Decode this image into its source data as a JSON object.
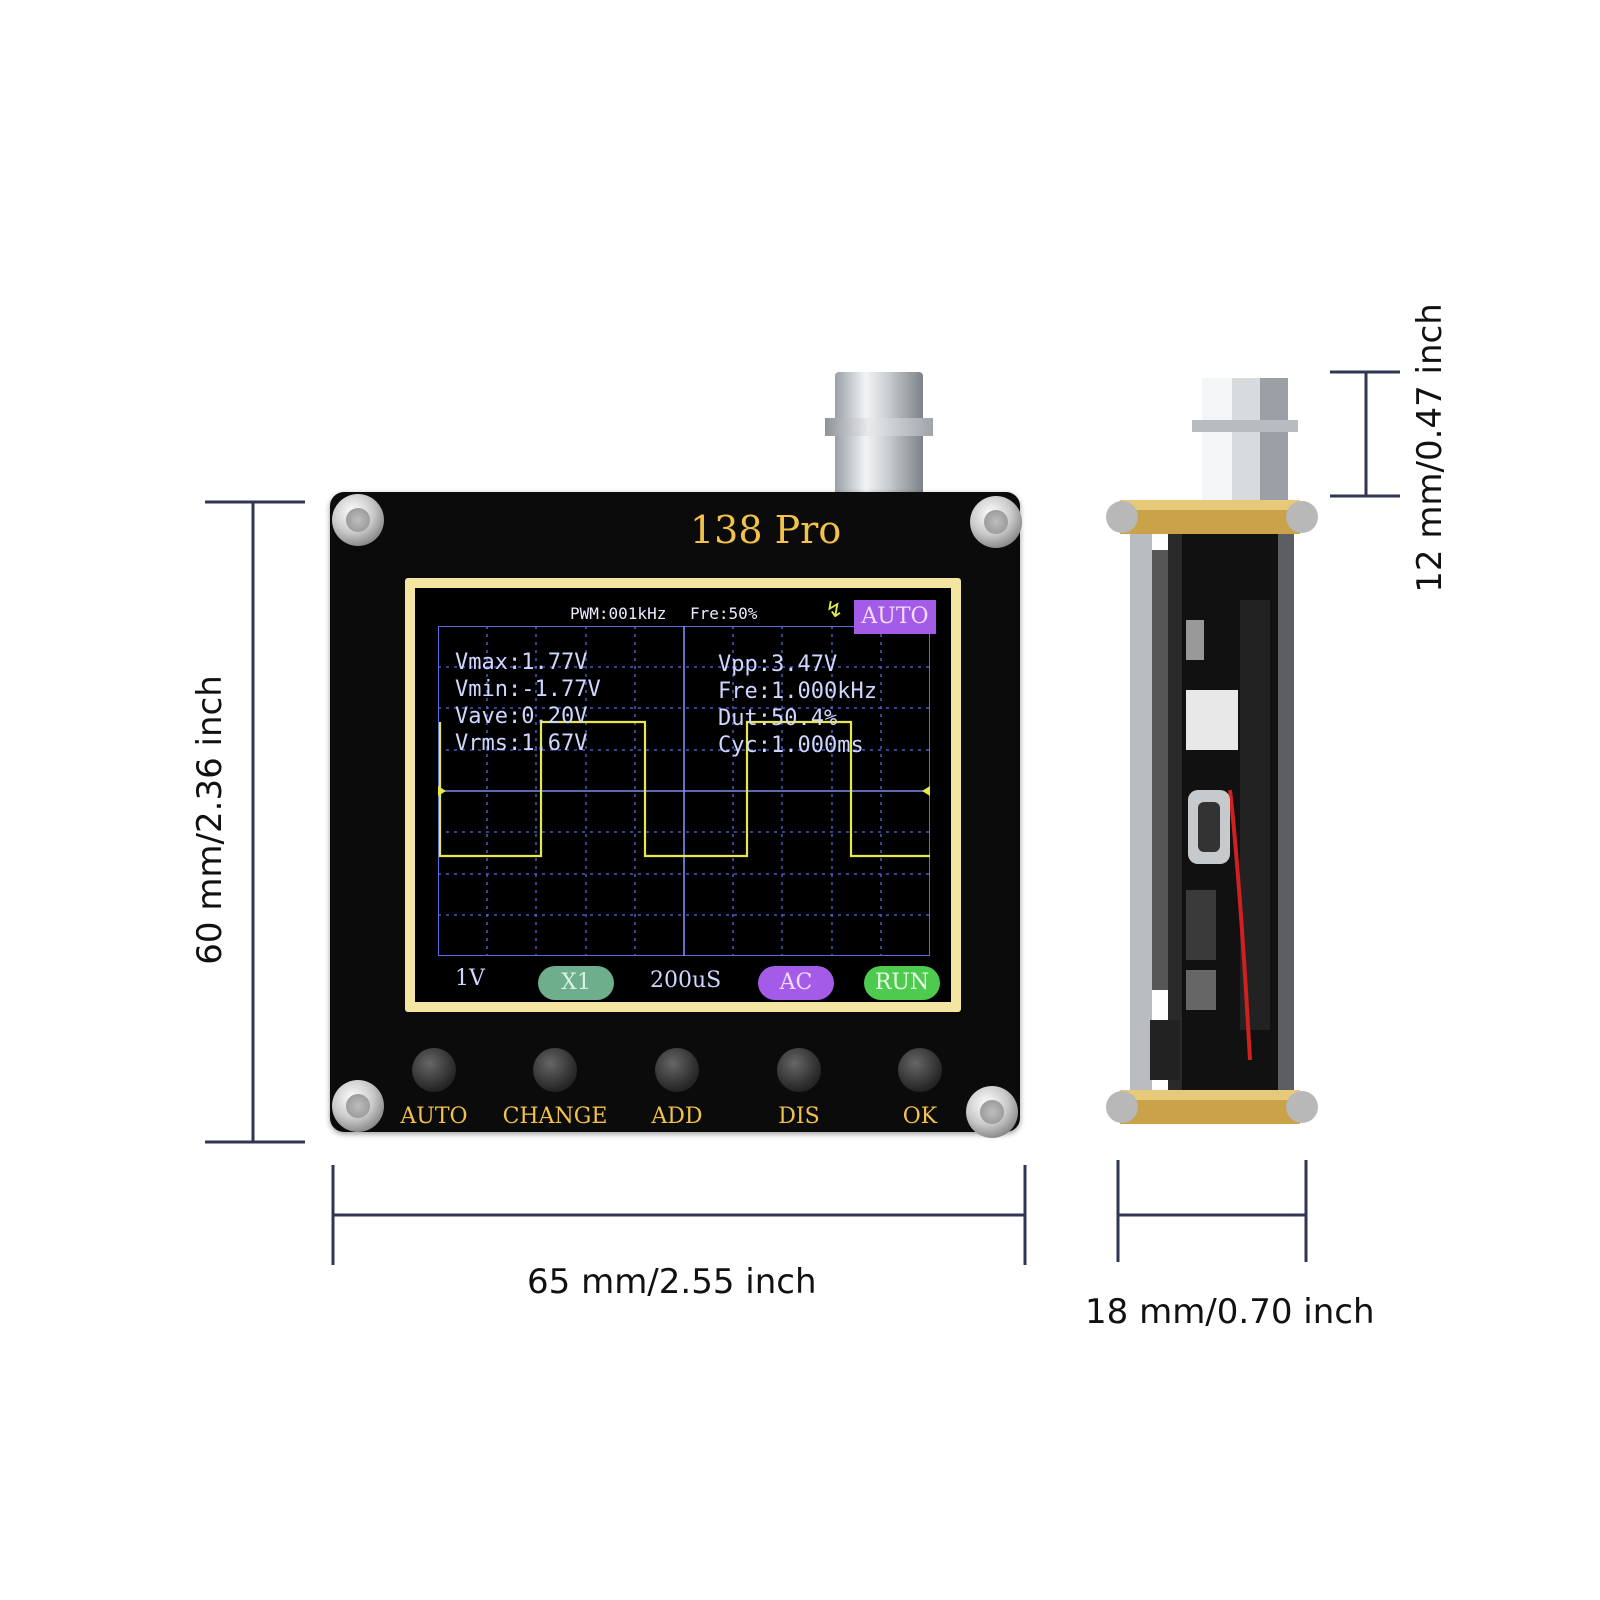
{
  "dimensions": {
    "height_left": "60 mm/2.36 inch",
    "width_bottom": "65 mm/2.55 inch",
    "depth_bottom": "18 mm/0.70 inch",
    "connector_height": "12 mm/0.47 inch"
  },
  "device": {
    "title": "138 Pro",
    "header": {
      "pwm": "PWM:001kHz",
      "fre": "Fre:50%",
      "mode": "AUTO"
    },
    "measurements_left": [
      "Vmax:1.77V",
      "Vmin:-1.77V",
      "Vave:0.20V",
      "Vrms:1.67V"
    ],
    "measurements_right": [
      "Vpp:3.47V",
      "Fre:1.000kHz",
      "Dut:50.4%",
      "Cyc:1.000ms"
    ],
    "footer": {
      "volt_div": "1V",
      "probe": "X1",
      "time_div": "200uS",
      "coupling": "AC",
      "run_state": "RUN"
    },
    "buttons": [
      "AUTO",
      "CHANGE",
      "ADD",
      "DIS",
      "OK"
    ]
  },
  "colors": {
    "title_gold": "#f2c24a",
    "trace_yellow": "#e6e84a",
    "grid_blue": "#5a6be0",
    "auto_badge": "#a45ce8",
    "x1_pill": "#6fae8c",
    "ac_pill": "#a45ce8",
    "run_pill": "#4ecb4e"
  }
}
